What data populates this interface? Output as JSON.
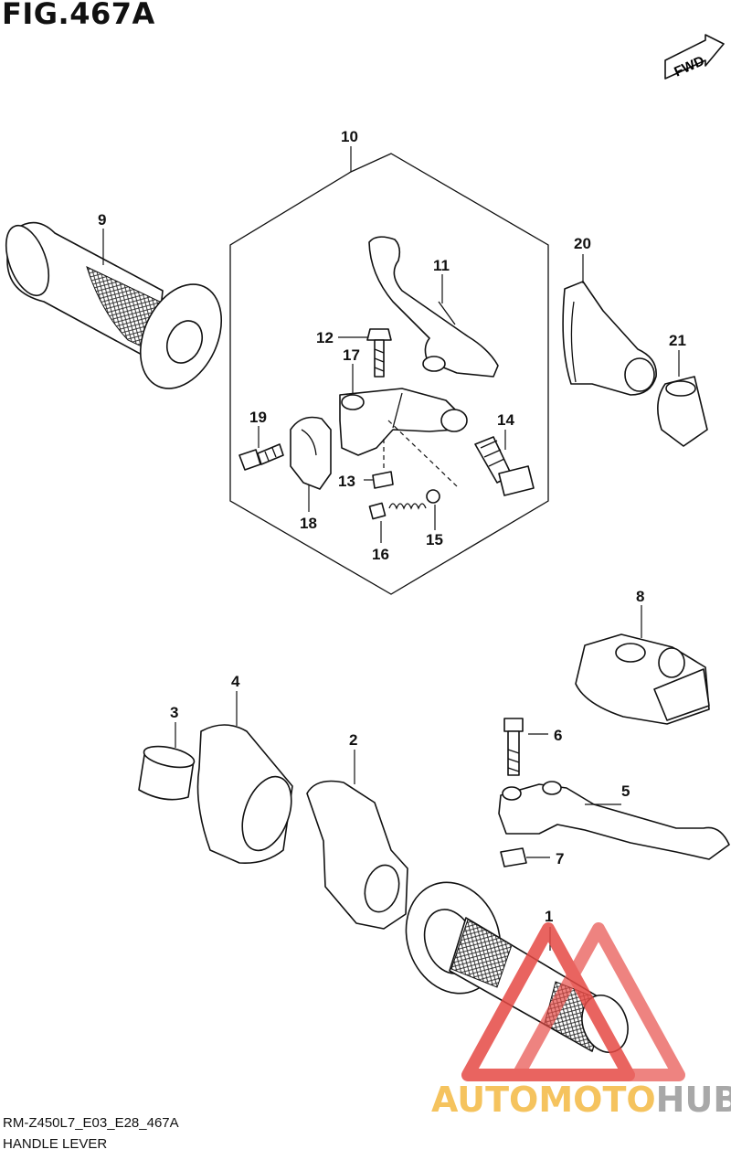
{
  "figure": {
    "title": "FIG.467A",
    "fwd_label": "FWD"
  },
  "callouts": [
    {
      "id": "1",
      "text": "1"
    },
    {
      "id": "2",
      "text": "2"
    },
    {
      "id": "3",
      "text": "3"
    },
    {
      "id": "4",
      "text": "4"
    },
    {
      "id": "5",
      "text": "5"
    },
    {
      "id": "6",
      "text": "6"
    },
    {
      "id": "7",
      "text": "7"
    },
    {
      "id": "8",
      "text": "8"
    },
    {
      "id": "9",
      "text": "9"
    },
    {
      "id": "10",
      "text": "10"
    },
    {
      "id": "11",
      "text": "11"
    },
    {
      "id": "12",
      "text": "12"
    },
    {
      "id": "13",
      "text": "13"
    },
    {
      "id": "14",
      "text": "14"
    },
    {
      "id": "15",
      "text": "15"
    },
    {
      "id": "16",
      "text": "16"
    },
    {
      "id": "17",
      "text": "17"
    },
    {
      "id": "18",
      "text": "18"
    },
    {
      "id": "19",
      "text": "19"
    },
    {
      "id": "20",
      "text": "20"
    },
    {
      "id": "21",
      "text": "21"
    }
  ],
  "footer": {
    "model_code": "RM-Z450L7_E03_E28_467A",
    "name": "HANDLE LEVER"
  },
  "watermark": {
    "text_part1": "AUTOMOTO",
    "text_part2": "HUB"
  },
  "colors": {
    "watermark_red": "#e64a45",
    "watermark_orange": "#f4b942",
    "watermark_gray": "#9a9a9a"
  }
}
